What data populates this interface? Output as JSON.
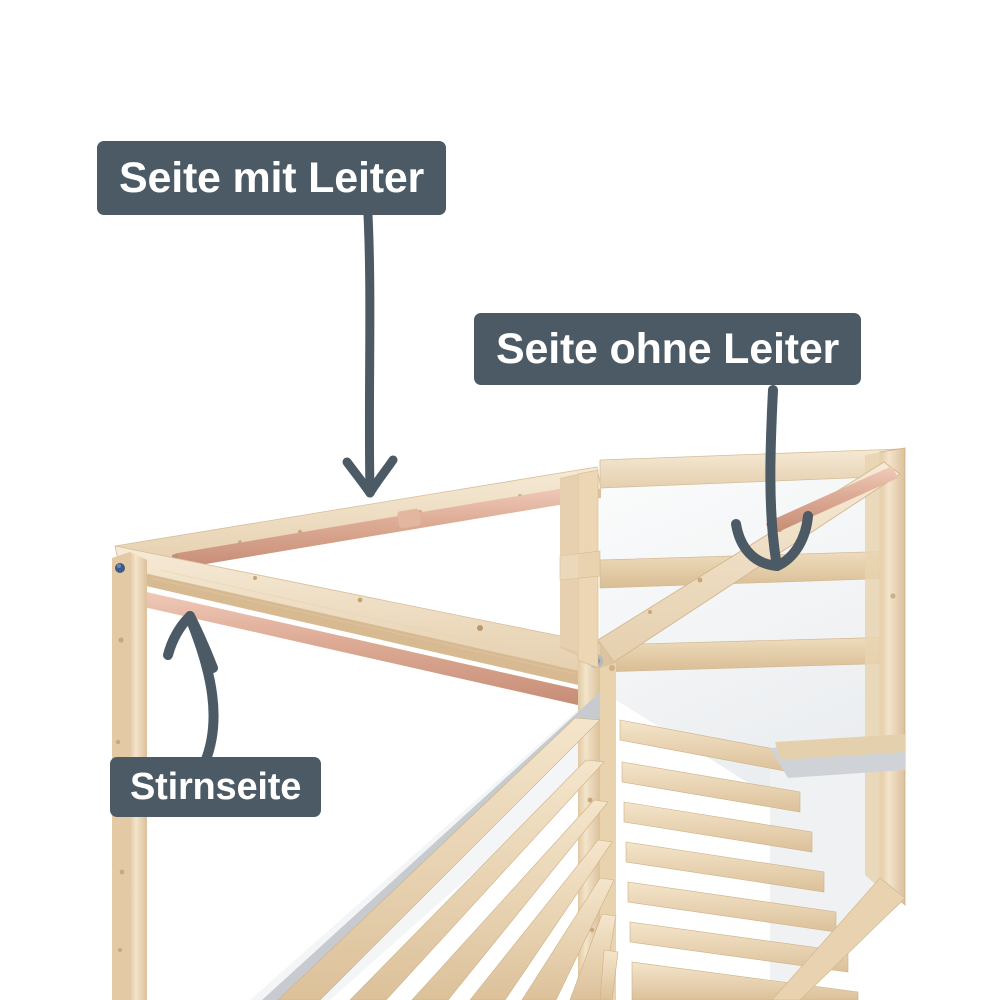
{
  "image": {
    "kind": "product-photo-annotated",
    "subject": "house-bed-frame-slatted-base",
    "background_color": "#ffffff"
  },
  "annotations": {
    "accent_color": "#4b5a64",
    "text_color": "#ffffff",
    "labels": [
      {
        "id": "ladder-side",
        "text": "Seite mit Leiter",
        "arrow": "down",
        "points_to": "near-top-side-rail-with-pink-dowel"
      },
      {
        "id": "no-ladder-side",
        "text": "Seite ohne Leiter",
        "arrow": "down",
        "points_to": "far-top-side-rail-with-pink-dowel"
      },
      {
        "id": "head-side",
        "text": "Stirnseite",
        "arrow": "up-left",
        "points_to": "front-end-rail-with-pink-dowel"
      }
    ]
  },
  "colors": {
    "label_bg": "#4b5a64",
    "wood_light": "#f2e2c8",
    "wood_mid": "#e6d0ae",
    "wood_dark": "#d8bd96",
    "wood_shadow": "#c9a97f",
    "dowel_pink": "#ddab95",
    "dowel_pink_dark": "#cb9680",
    "panel_white": "#f6f7f8",
    "panel_shadow": "#e3e6e9",
    "panel_edge": "#b9bfc6",
    "screw_blue": "#3c5a8a",
    "screw_metal": "#a8aeb4"
  }
}
